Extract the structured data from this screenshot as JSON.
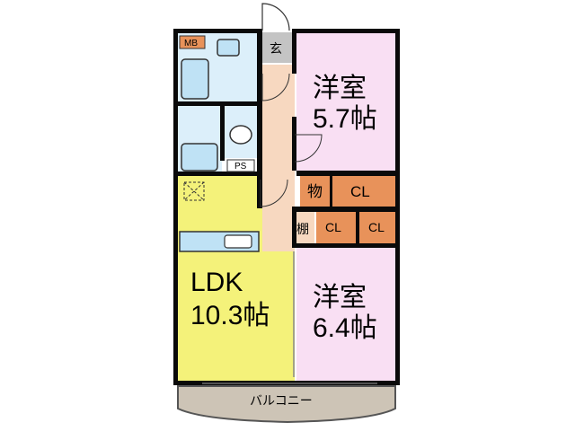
{
  "colors": {
    "ldk": "#f4f27a",
    "western_room": "#f9dff3",
    "hallway": "#f7d8c0",
    "storage": "#e8925a",
    "wet_area": "#dceffa",
    "balcony": "#cdc4b6",
    "entrance": "#c4c4c4",
    "wall": "#0a0a0a"
  },
  "rooms": {
    "western_top": {
      "name": "洋室",
      "size": "5.7帖"
    },
    "western_bottom": {
      "name": "洋室",
      "size": "6.4帖"
    },
    "ldk": {
      "name": "LDK",
      "size": "10.3帖"
    },
    "entrance": "玄",
    "storage": "物",
    "closet_1": "CL",
    "closet_2": "CL",
    "closet_3": "CL",
    "shelf": "棚",
    "meter_box": "MB",
    "pipe_space": "PS",
    "balcony": "バルコニー"
  }
}
